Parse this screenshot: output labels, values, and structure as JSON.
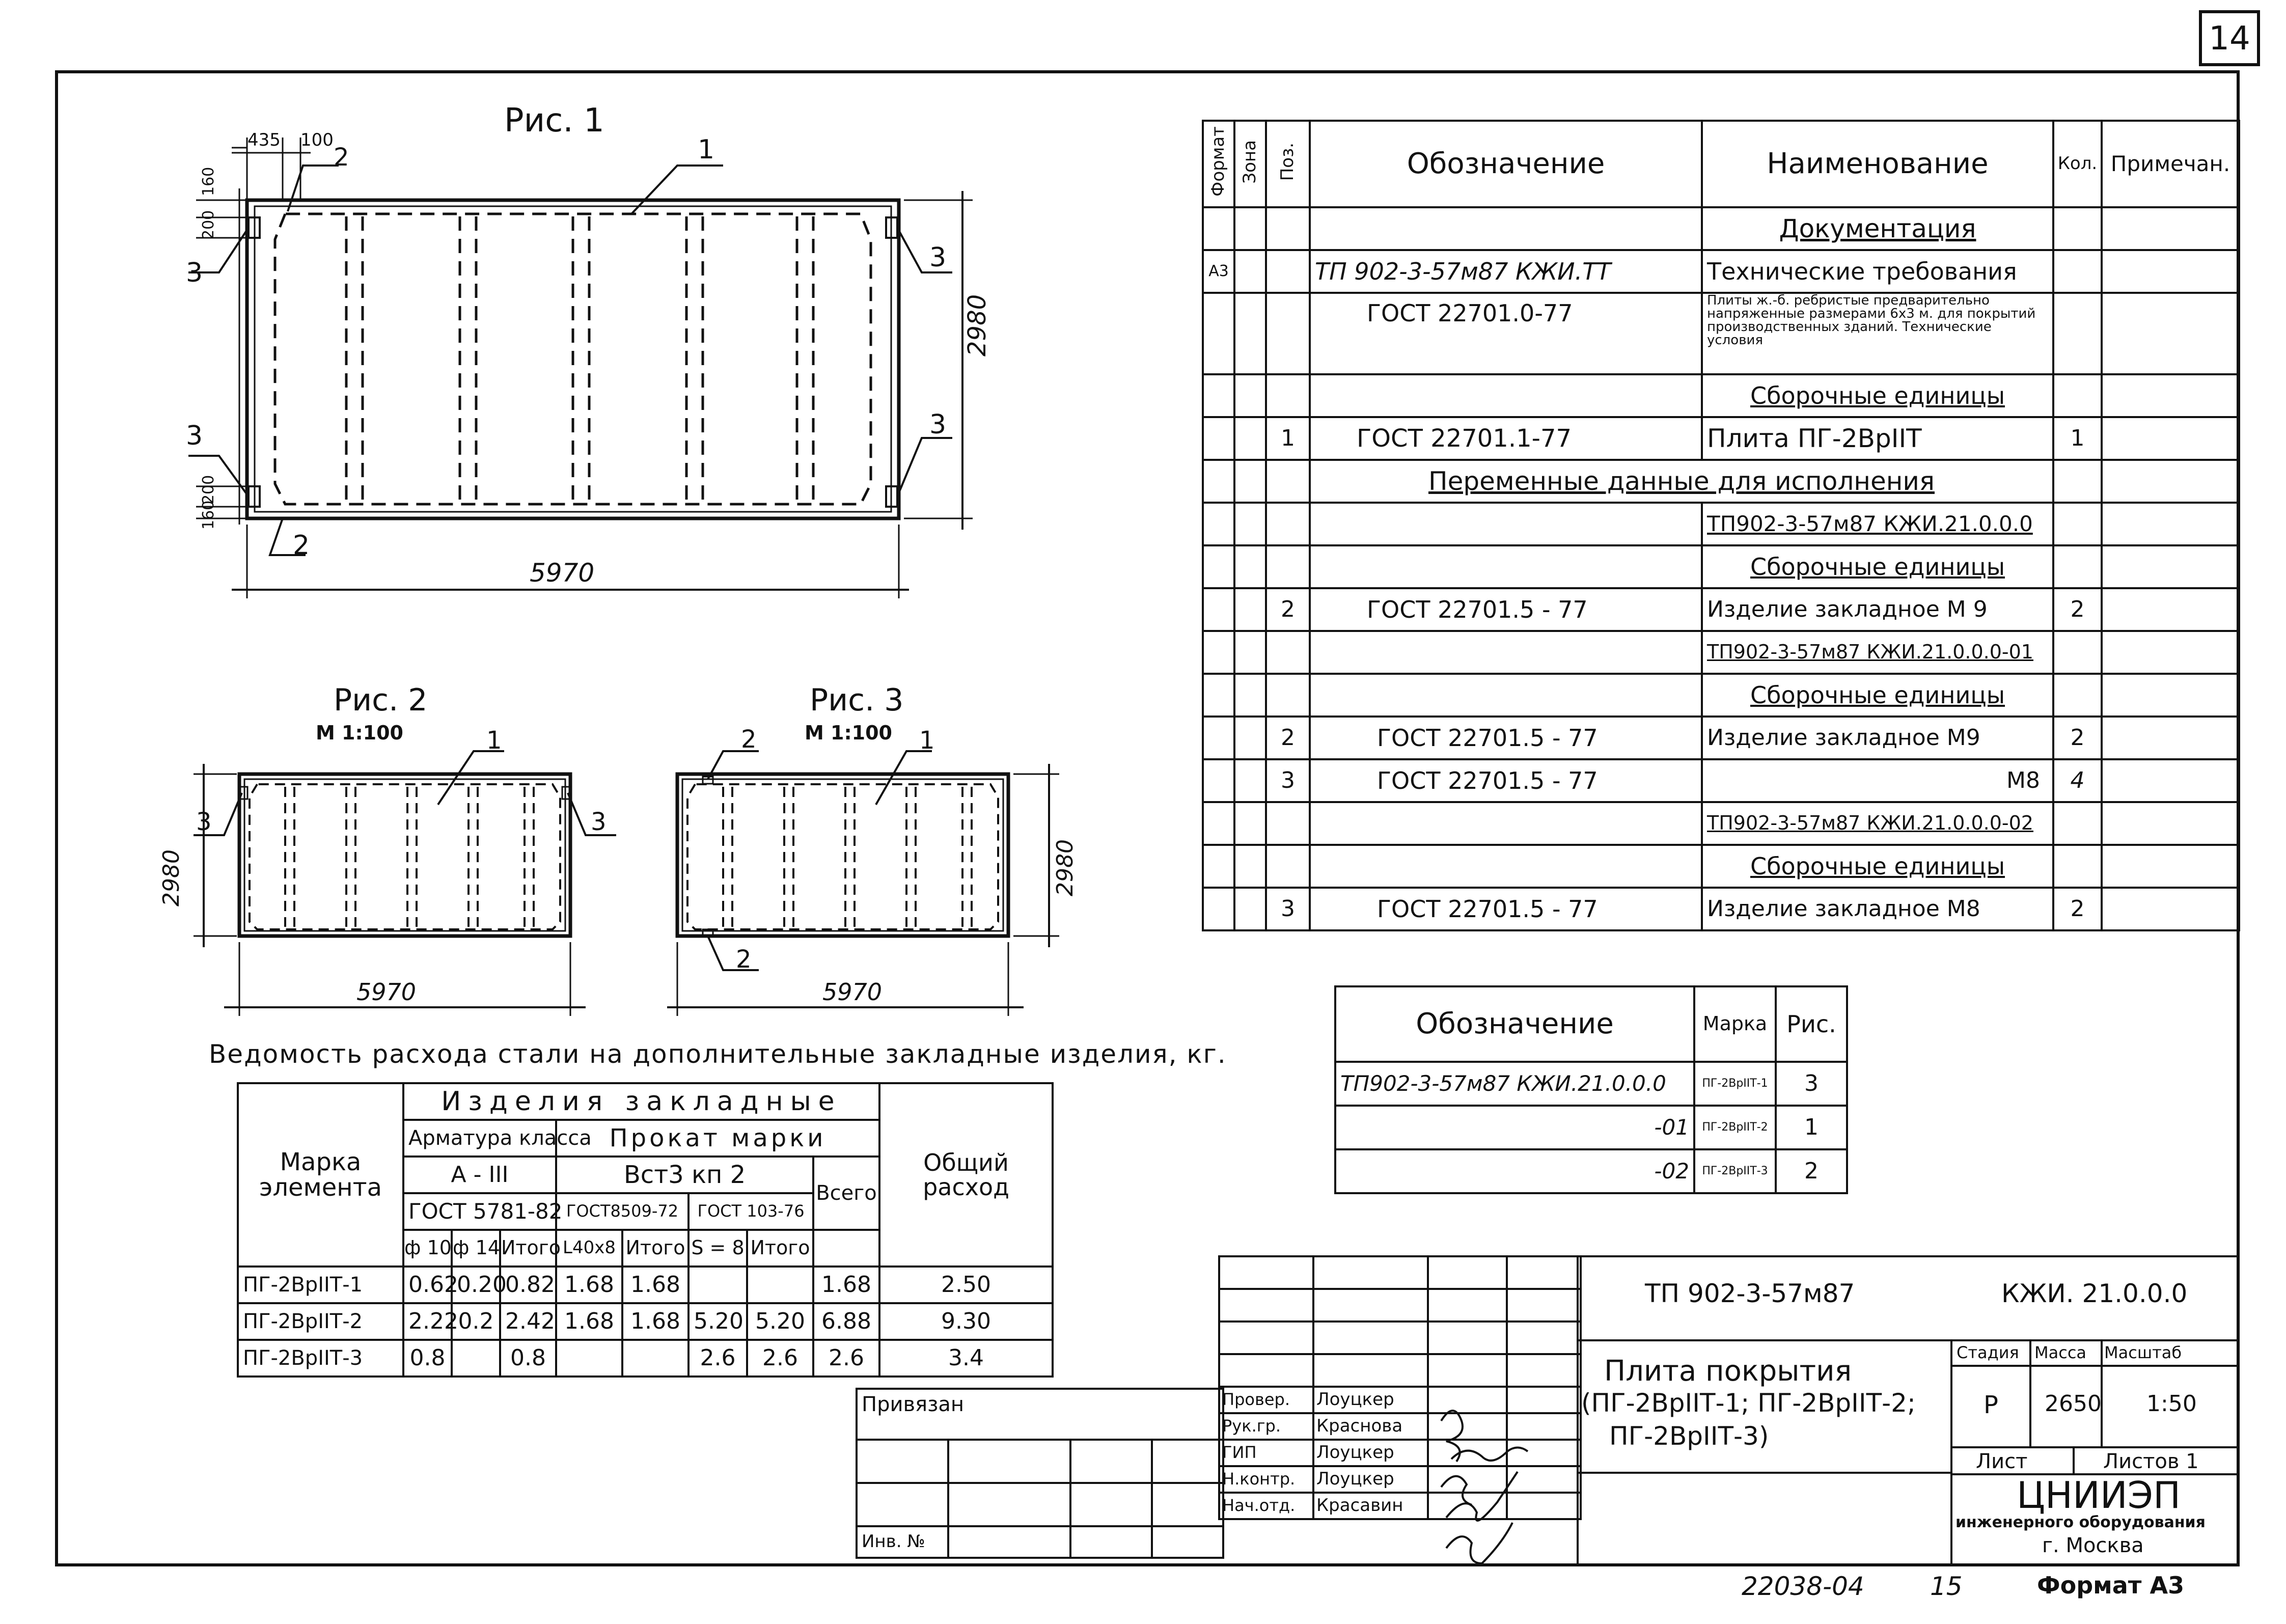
{
  "page_number": "14",
  "figures": {
    "fig1": {
      "title": "Рис. 1",
      "dim_width": "5970",
      "dim_height": "2980",
      "dim_a": "435",
      "dim_b": "100",
      "dim_c": "160",
      "dim_d": "200",
      "dim_e": "200",
      "dim_f": "160",
      "callouts": [
        "1",
        "2",
        "3",
        "3",
        "3",
        "3",
        "2"
      ]
    },
    "fig2": {
      "title": "Рис. 2",
      "scale": "М 1:100",
      "dim_width": "5970",
      "dim_height": "2980",
      "callouts": [
        "1",
        "3",
        "3"
      ]
    },
    "fig3": {
      "title": "Рис. 3",
      "scale": "М 1:100",
      "dim_width": "5970",
      "dim_height": "2980",
      "callouts": [
        "2",
        "1",
        "2"
      ]
    }
  },
  "spec_table": {
    "headers": {
      "format": "Формат",
      "zone": "Зона",
      "pos": "Поз.",
      "designation": "Обозначение",
      "name": "Наименование",
      "qty": "Кол.",
      "note": "Примечан."
    },
    "rows": {
      "r1": {
        "name": "Документация"
      },
      "r2": {
        "format": "А3",
        "designation": "ТП 902-3-57м87          КЖИ.ТТ",
        "name": "Технические требования"
      },
      "r3": {
        "designation": "ГОСТ 22701.0-77",
        "name": "Плиты ж.-б. ребристые предварительно напряженные размерами 6х3 м. для покрытий производственных зданий. Технические условия"
      },
      "r4": {
        "name": "Сборочные единицы"
      },
      "r5": {
        "pos": "1",
        "designation": "ГОСТ 22701.1-77",
        "name": "Плита ПГ-2ВрIIТ",
        "qty": "1"
      },
      "r6": {
        "span": "Переменные данные для исполнения"
      },
      "r7": {
        "name": "ТП902-3-57м87 КЖИ.21.0.0.0"
      },
      "r8": {
        "name": "Сборочные единицы"
      },
      "r9": {
        "pos": "2",
        "designation": "ГОСТ 22701.5 - 77",
        "name": "Изделие закладное М 9",
        "qty": "2"
      },
      "r10": {
        "name": "ТП902-3-57м87 КЖИ.21.0.0.0-01"
      },
      "r11": {
        "name": "Сборочные единицы"
      },
      "r12": {
        "pos": "2",
        "designation": "ГОСТ 22701.5 - 77",
        "name": "Изделие закладное  М9",
        "qty": "2"
      },
      "r13": {
        "pos": "3",
        "designation": "ГОСТ 22701.5 - 77",
        "name": "М8",
        "qty": "4"
      },
      "r14": {
        "name": "ТП902-3-57м87 КЖИ.21.0.0.0-02"
      },
      "r15": {
        "name": "Сборочные единицы"
      },
      "r16": {
        "pos": "3",
        "designation": "ГОСТ 22701.5 - 77",
        "name": "Изделие закладное  М8",
        "qty": "2"
      }
    }
  },
  "variant_table": {
    "headers": {
      "designation": "Обозначение",
      "mark": "Марка",
      "fig": "Рис."
    },
    "rows": [
      {
        "designation": "ТП902-3-57м87      КЖИ.21.0.0.0",
        "mark": "ПГ-2ВрIIТ-1",
        "fig": "3"
      },
      {
        "designation": "-01",
        "mark": "ПГ-2ВрIIТ-2",
        "fig": "1"
      },
      {
        "designation": "-02",
        "mark": "ПГ-2ВрIIТ-3",
        "fig": "2"
      }
    ]
  },
  "steel_table": {
    "title": "Ведомость расхода стали на дополнительные закладные изделия, кг.",
    "headers": {
      "mark": "Марка элемента",
      "products": "Изделия  закладные",
      "rebar": "Арматура класса",
      "rebar_class": "А - III",
      "rebar_gost": "ГОСТ 5781-82",
      "rolled": "Прокат  марки",
      "rolled_grade": "Вст3 кп 2",
      "rolled_gost1": "ГОСТ8509-72",
      "rolled_gost2": "ГОСТ 103-76",
      "total_col": "Всего",
      "overall": "Общий расход",
      "d10": "ф 10",
      "d14": "ф 14",
      "itogo": "Итого",
      "l40": "L40х8",
      "s8": "S = 8"
    },
    "rows": [
      {
        "mark": "ПГ-2ВрIIТ-1",
        "d10": "0.62",
        "d14": "0.20",
        "itogo1": "0.82",
        "l40": "1.68",
        "itogo2": "1.68",
        "s8": "",
        "itogo3": "",
        "total": "1.68",
        "overall": "2.50"
      },
      {
        "mark": "ПГ-2ВрIIТ-2",
        "d10": "2.22",
        "d14": "0.2",
        "itogo1": "2.42",
        "l40": "1.68",
        "itogo2": "1.68",
        "s8": "5.20",
        "itogo3": "5.20",
        "total": "6.88",
        "overall": "9.30"
      },
      {
        "mark": "ПГ-2ВрIIТ-3",
        "d10": "0.8",
        "d14": "",
        "itogo1": "0.8",
        "l40": "",
        "itogo2": "",
        "s8": "2.6",
        "itogo3": "2.6",
        "total": "2.6",
        "overall": "3.4"
      }
    ]
  },
  "title_block": {
    "privyazan": "Привязан",
    "inv_no": "Инв. №",
    "doc_code": "ТП 902-3-57м87",
    "doc_mark": "КЖИ. 21.0.0.0",
    "title_lines": [
      "Плита  покрытия",
      "(ПГ-2ВрIIТ-1; ПГ-2ВрIIТ-2;",
      "ПГ-2ВрIIТ-3)"
    ],
    "stage_label": "Стадия",
    "mass_label": "Масса",
    "scale_label": "Масштаб",
    "stage": "Р",
    "mass": "2650",
    "scale": "1:50",
    "sheet_label": "Лист",
    "sheets_label": "Листов 1",
    "org_name": "ЦНИИЭП",
    "org_sub": "инженерного оборудования",
    "org_city": "г. Москва",
    "signatures": [
      {
        "role": "Провер.",
        "name": "Лоуцкер"
      },
      {
        "role": "Рук.гр.",
        "name": "Краснова"
      },
      {
        "role": "ГИП",
        "name": "Лоуцкер"
      },
      {
        "role": "Н.контр.",
        "name": "Лоуцкер"
      },
      {
        "role": "Нач.отд.",
        "name": "Красавин"
      }
    ],
    "archive_no": "22038-04",
    "archive_sheet": "15",
    "format": "Формат А3"
  }
}
